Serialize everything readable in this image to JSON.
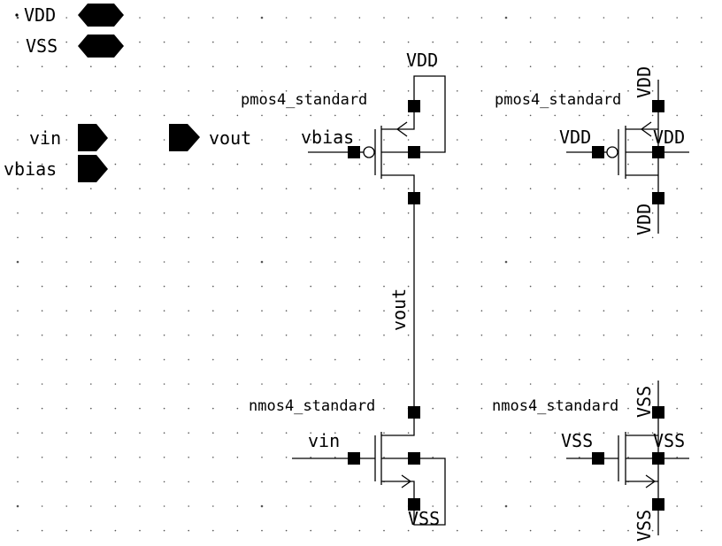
{
  "pins": {
    "vdd": "VDD",
    "vss": "VSS",
    "vin": "vin",
    "vbias": "vbias",
    "vout": "vout"
  },
  "devices": {
    "pmos_main": {
      "model": "pmos4_standard",
      "top_net": "VDD",
      "gate_net": "vbias"
    },
    "nmos_main": {
      "model": "nmos4_standard",
      "gate_net": "vin",
      "bottom_net": "VSS"
    },
    "pmos_dummy": {
      "model": "pmos4_standard",
      "gate_net": "VDD",
      "body_net": "VDD",
      "top_net": "VDD",
      "bottom_net": "VDD"
    },
    "nmos_dummy": {
      "model": "nmos4_standard",
      "gate_net": "VSS",
      "body_net": "VSS",
      "top_net": "VSS",
      "bottom_net": "VSS"
    }
  },
  "nets": {
    "out_wire": "vout"
  }
}
